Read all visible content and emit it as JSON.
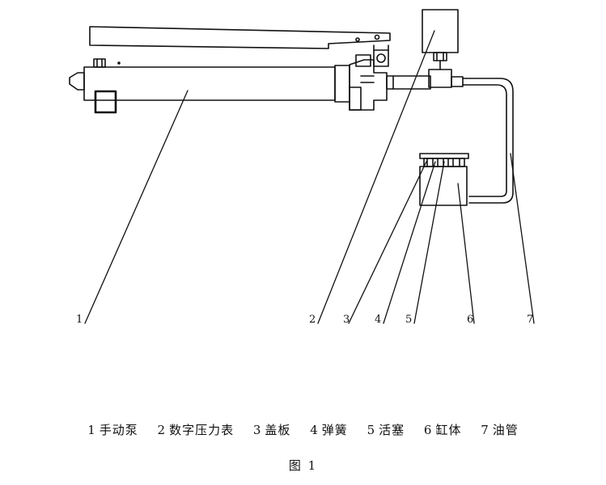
{
  "figure": {
    "callout_numbers": [
      "1",
      "2",
      "3",
      "4",
      "5",
      "6",
      "7"
    ],
    "legend": [
      {
        "num": "1",
        "label": "手动泵"
      },
      {
        "num": "2",
        "label": "数字压力表"
      },
      {
        "num": "3",
        "label": "盖板"
      },
      {
        "num": "4",
        "label": "弹簧"
      },
      {
        "num": "5",
        "label": "活塞"
      },
      {
        "num": "6",
        "label": "缸体"
      },
      {
        "num": "7",
        "label": "油管"
      }
    ],
    "caption": "图 1"
  }
}
